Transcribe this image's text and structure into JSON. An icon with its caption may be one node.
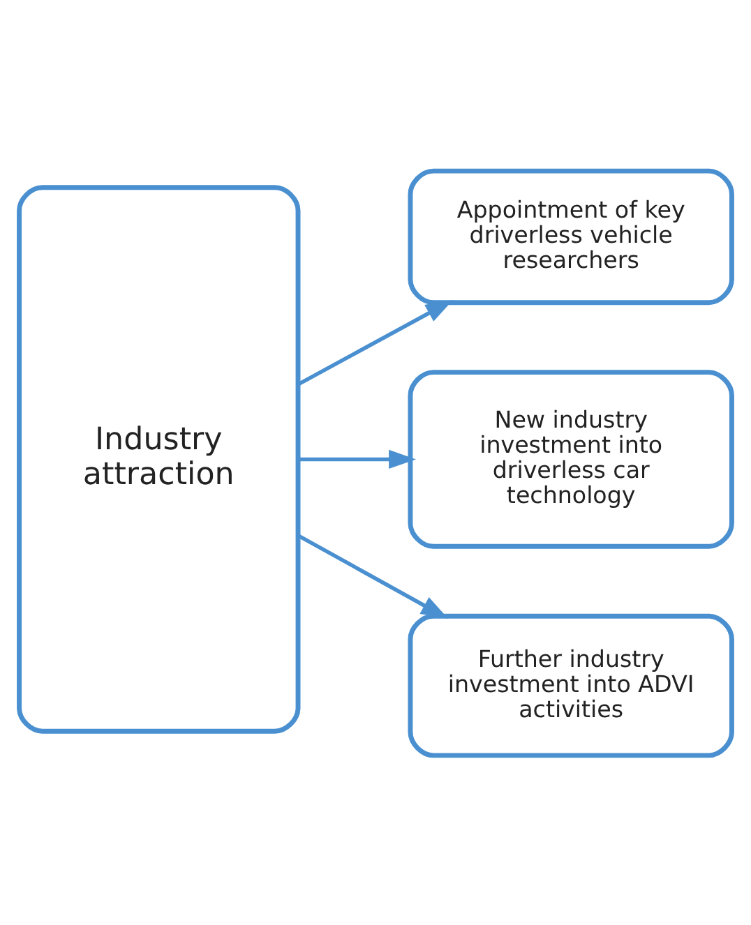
{
  "diagram": {
    "nodes": [
      {
        "text": [
          "Industry attraction"
        ]
      },
      {
        "text": [
          "Appointment of key driverless vehicle researchers"
        ]
      },
      {
        "text": [
          "New industry investment into driverless car technology"
        ]
      },
      {
        "text": [
          "Further industry investment into ADVI activities"
        ]
      }
    ],
    "edges": [
      {
        "from": 0,
        "to": 1,
        "arrow": "to"
      },
      {
        "from": 0,
        "to": 2,
        "arrow": "to"
      },
      {
        "from": 0,
        "to": 3,
        "arrow": "to"
      }
    ]
  }
}
